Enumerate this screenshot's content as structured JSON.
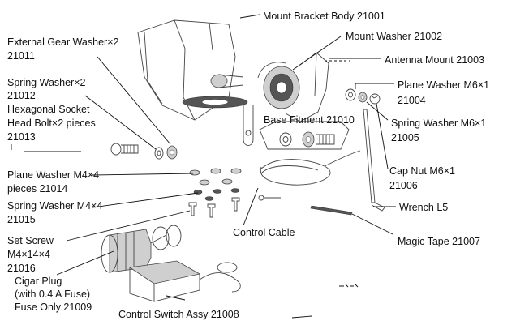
{
  "labels": {
    "mount_bracket_body": "Mount Bracket Body  21001",
    "external_gear_washer_1": "External Gear Washer×2",
    "external_gear_washer_2": "21011",
    "mount_washer": "Mount Washer  21002",
    "antenna_mount": "Antenna Mount  21003",
    "spring_washer_x2_1": "Spring Washer×2",
    "spring_washer_x2_2": "21012",
    "plane_washer_m6_1": "Plane Washer M6×1",
    "plane_washer_m6_2": "21004",
    "hex_bolt_1": "Hexagonal Socket",
    "hex_bolt_2": "Head Bolt×2 pieces",
    "hex_bolt_3": "21013",
    "base_fitment": "Base Fitment  21010",
    "spring_washer_m6_1": "Spring Washer M6×1",
    "spring_washer_m6_2": "21005",
    "plane_washer_m4_1": "Plane Washer M4×4",
    "plane_washer_m4_2": "pieces  21014",
    "cap_nut_1": "Cap Nut M6×1",
    "cap_nut_2": "21006",
    "spring_washer_m4_1": "Spring Washer M4×4",
    "spring_washer_m4_2": "21015",
    "wrench": "Wrench L5",
    "control_cable": "Control Cable",
    "set_screw_1": "Set Screw",
    "set_screw_2": "M4×14×4",
    "set_screw_3": "21016",
    "magic_tape": "Magic Tape  21007",
    "cigar_plug_1": "Cigar Plug",
    "cigar_plug_2": "(with 0.4 A Fuse)",
    "cigar_plug_3": "Fuse Only  21009",
    "control_switch": "Control Switch Assy  21008"
  }
}
